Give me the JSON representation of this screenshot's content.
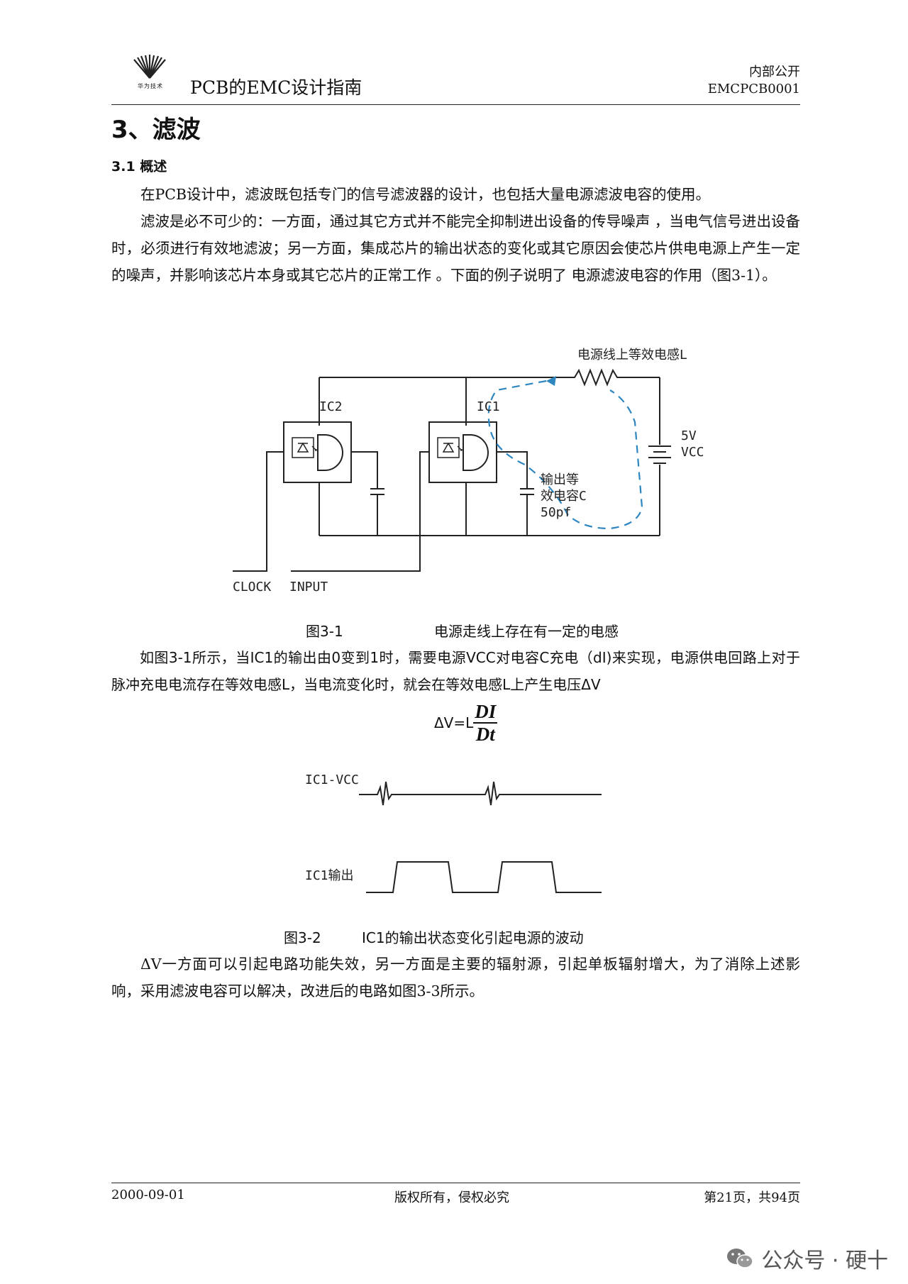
{
  "header": {
    "logo_text": "华为技术",
    "doc_title": "PCB的EMC设计指南",
    "classification": "内部公开",
    "doc_code": "EMCPCB0001"
  },
  "section": {
    "title": "3、滤波",
    "subsection": "3.1 概述"
  },
  "paragraphs": {
    "p1": "在PCB设计中，滤波既包括专门的信号滤波器的设计，也包括大量电源滤波电容的使用。",
    "p2": "滤波是必不可少的：一方面，通过其它方式并不能完全抑制进出设备的传导噪声 ，当电气信号进出设备时，必须进行有效地滤波；另一方面，集成芯片的输出状态的变化或其它原因会使芯片供电电源上产生一定的噪声，并影响该芯片本身或其它芯片的正常工作 。下面的例子说明了 电源滤波电容的作用（图3-1）。",
    "p3": "如图3-1所示，当IC1的输出由0变到1时，需要电源VCC对电容C充电（dI)来实现，电源供电回路上对于脉冲充电电流存在等效电感L，当电流变化时，就会在等效电感L上产生电压ΔV",
    "p4": "ΔV一方面可以引起电路功能失效，另一方面是主要的辐射源，引起单板辐射增大，为了消除上述影响，采用滤波电容可以解决，改进后的电路如图3-3所示。"
  },
  "figure1": {
    "label_inductor": "电源线上等效电感L",
    "label_ic2": "IC2",
    "label_ic1": "IC1",
    "label_voltage": "5V",
    "label_vcc": "VCC",
    "label_cap_1": "输出等",
    "label_cap_2": "效电容C",
    "label_cap_3": "50pf",
    "label_clock": "CLOCK",
    "label_input": "INPUT",
    "caption_num": "图3-1",
    "caption_text": "电源走线上存在有一定的电感",
    "current_path_color": "#2e86c1"
  },
  "equation": {
    "lhs": "ΔV=L",
    "numerator": "DI",
    "denominator": "Dt"
  },
  "figure2": {
    "label_vcc": "IC1-VCC",
    "label_output": "IC1输出",
    "caption_num": "图3-2",
    "caption_text": "IC1的输出状态变化引起电源的波动"
  },
  "footer": {
    "date": "2000-09-01",
    "copyright": "版权所有，侵权必究",
    "page": "第21页，共94页"
  },
  "watermark": {
    "text": "公众号 · 硬十",
    "icon": "wechat-icon"
  }
}
